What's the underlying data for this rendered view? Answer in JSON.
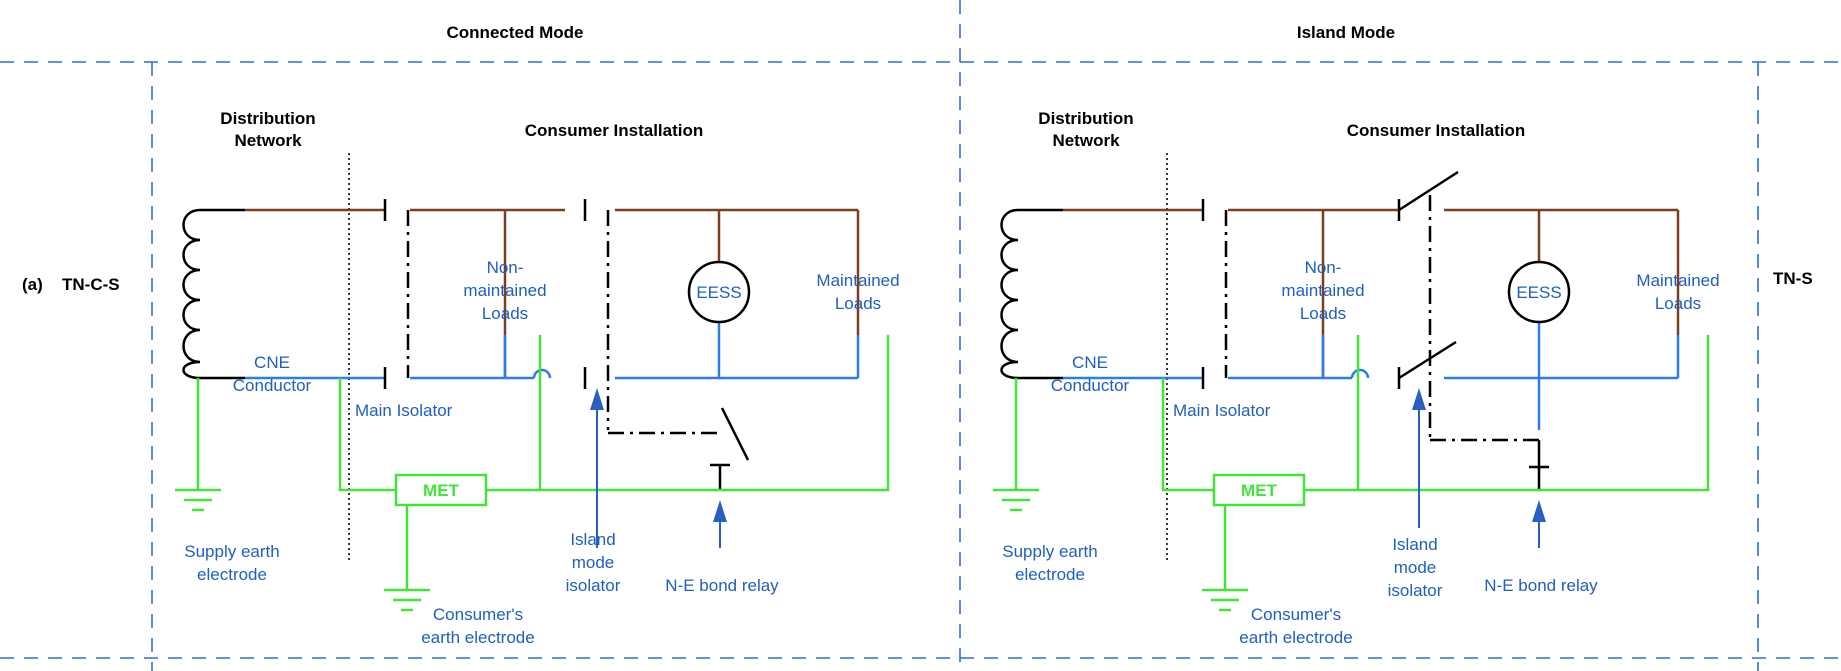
{
  "headers": {
    "connected": "Connected Mode",
    "island": "Island Mode"
  },
  "row": {
    "label": "(a)",
    "left_system": "TN-C-S",
    "right_system": "TN-S"
  },
  "panel": {
    "distribution_network_1": "Distribution",
    "distribution_network_2": "Network",
    "consumer_installation": "Consumer Installation",
    "non_maintained_1": "Non-",
    "non_maintained_2": "maintained",
    "non_maintained_3": "Loads",
    "eess": "EESS",
    "maintained_1": "Maintained",
    "maintained_2": "Loads",
    "cne_1": "CNE",
    "cne_2": "Conductor",
    "main_isolator": "Main Isolator",
    "met": "MET",
    "supply_earth_1": "Supply earth",
    "supply_earth_2": "electrode",
    "island_isolator_1": "Island",
    "island_isolator_2": "mode",
    "island_isolator_3": "isolator",
    "ne_bond_relay": "N-E bond relay",
    "consumer_earth_1": "Consumer's",
    "consumer_earth_2": "earth electrode"
  },
  "colors": {
    "phase": "#7a3f1c",
    "neutral": "#2a7fe6",
    "earth": "#44e33a",
    "frame": "#2a6fd6",
    "label": "#1f5fbf"
  }
}
